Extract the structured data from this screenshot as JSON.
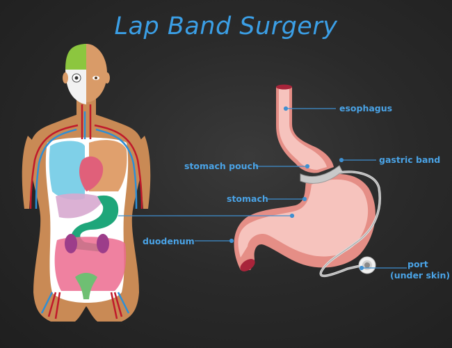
{
  "title": "Lap Band Surgery",
  "colors": {
    "background": "#262626",
    "title": "#3b9fe6",
    "label": "#4aa3e6",
    "leader_line": "#3f8fd0",
    "stomach_light": "#f6c3bd",
    "stomach_dark": "#e58e86",
    "band": "#c9c9c9",
    "skin": "#c98a55"
  },
  "labels": [
    {
      "id": "esophagus",
      "text": "esophagus"
    },
    {
      "id": "gastric-band",
      "text": "gastric band"
    },
    {
      "id": "stomach-pouch",
      "text": "stomach pouch"
    },
    {
      "id": "stomach",
      "text": "stomach"
    },
    {
      "id": "duodenum",
      "text": "duodenum"
    },
    {
      "id": "port",
      "text": "port"
    },
    {
      "id": "port-sub",
      "text": "(under skin)"
    }
  ]
}
